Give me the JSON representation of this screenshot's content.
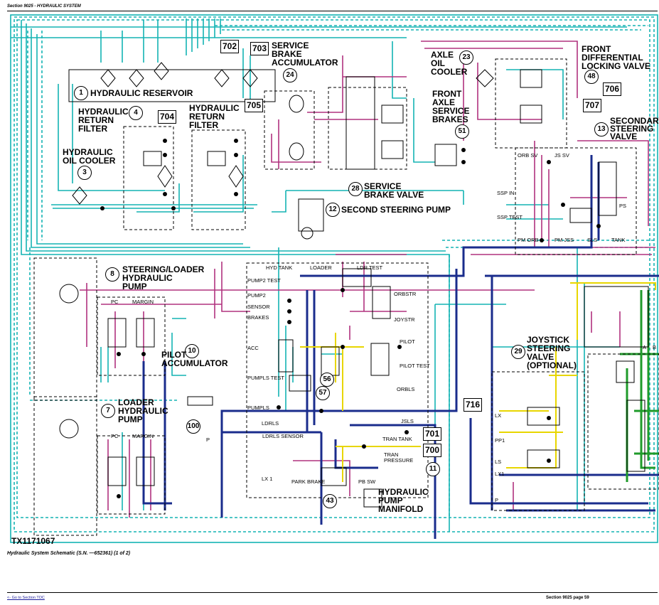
{
  "header": {
    "section_title": "Section 9025 - HYDRAULIC SYSTEM"
  },
  "figure": {
    "id": "TX1171067",
    "caption": "Hydraulic System Schematic (S.N. —652361) (1 of 2)"
  },
  "footer": {
    "toc_link": "<- Go to Section TOC",
    "page": "Section 9025 page 59"
  },
  "colors": {
    "teal": "#14b4b4",
    "magenta": "#b0327e",
    "navy": "#1a2c8c",
    "yellow": "#e8d600",
    "green": "#1f9b2a",
    "black": "#000000"
  },
  "components": {
    "reservoir": {
      "num": "1",
      "label": "HYDRAULIC RESERVOIR"
    },
    "oil_cooler": {
      "num": "3",
      "line1": "HYDRAULIC",
      "line2": "OIL COOLER"
    },
    "return_filter_a": {
      "num": "4",
      "line1": "HYDRAULIC",
      "line2": "RETURN",
      "line3": "FILTER"
    },
    "return_filter_b": {
      "line1": "HYDRAULIC",
      "line2": "RETURN",
      "line3": "FILTER"
    },
    "loader_pump": {
      "num": "7",
      "line1": "LOADER",
      "line2": "HYDRAULIC",
      "line3": "PUMP"
    },
    "steering_loader_pump": {
      "num": "8",
      "line1": "STEERING/LOADER",
      "line2": "HYDRAULIC",
      "line3": "PUMP"
    },
    "pilot_accumulator": {
      "num": "10",
      "line1": "PILOT",
      "line2": "ACCUMULATOR"
    },
    "pump_manifold": {
      "num": "11",
      "line1": "HYDRAULIC",
      "line2": "PUMP",
      "line3": "MANIFOLD"
    },
    "second_steering_pump": {
      "num": "12",
      "label": "SECOND STEERING PUMP"
    },
    "secondary_steering_valve": {
      "num": "13",
      "line1": "SECONDARY",
      "line2": "STEERING",
      "line3": "VALVE"
    },
    "axle_oil_cooler": {
      "num": "23",
      "line1": "AXLE",
      "line2": "OIL",
      "line3": "COOLER"
    },
    "service_brake_accumulator": {
      "num": "24",
      "line1": "SERVICE",
      "line2": "BRAKE",
      "line3": "ACCUMULATOR"
    },
    "service_brake_valve": {
      "num": "28",
      "line1": "SERVICE",
      "line2": "BRAKE VALVE"
    },
    "joystick_valve": {
      "num": "29",
      "line1": "JOYSTICK",
      "line2": "STEERING",
      "line3": "VALVE",
      "line4": "(OPTIONAL)"
    },
    "front_axle_brakes": {
      "num": "51",
      "line1": "FRONT",
      "line2": "AXLE",
      "line3": "SERVICE",
      "line4": "BRAKES"
    },
    "front_diff_lock": {
      "num": "48",
      "line1": "FRONT",
      "line2": "DIFFERENTIAL",
      "line3": "LOCKING VALVE"
    },
    "c43": {
      "num": "43"
    },
    "c56": {
      "num": "56"
    },
    "c57": {
      "num": "57"
    },
    "c100": {
      "num": "100"
    }
  },
  "boxes": [
    "702",
    "703",
    "704",
    "705",
    "706",
    "707",
    "716",
    "701",
    "700"
  ],
  "ports": {
    "hyd_tank": "HYD TANK",
    "loader": "LOADER",
    "ldr_test": "LDR TEST",
    "pump2_test": "PUMP2 TEST",
    "pump2": "PUMP2",
    "sensor": "SENSOR",
    "brakes": "BRAKES",
    "orbstr": "ORBSTR",
    "joystr": "JOYSTR",
    "acc": "ACC",
    "pilot": "PILOT",
    "pilot_test": "PILOT TEST",
    "pumpls_test": "PUMPLS TEST",
    "orbls": "ORBLS",
    "pumpls": "PUMPLS",
    "jsls": "JSLS",
    "ldrls": "LDRLS",
    "ldrls_sensor": "LDRLS SENSOR",
    "tran_tank": "TRAN TANK",
    "tran_pressure": "TRAN PRESSURE",
    "lx1": "LX 1",
    "park_brake": "PARK BRAKE",
    "pb_sw": "PB SW",
    "pc": "PC",
    "margin": "MARGIN",
    "orb_sv": "ORB SV",
    "js_sv": "JS SV",
    "ssp_in": "SSP IN",
    "ssp_test": "SSP TEST",
    "pm_orb": "PM ORB",
    "pm_jss": "PM JSS",
    "sls": "SLS",
    "tank": "TANK",
    "ps": "PS",
    "lx": "LX",
    "pp1": "PP1",
    "ls": "LS",
    "lx1b": "LX1",
    "p": "P",
    "a": "A",
    "b": "B",
    "p_small": "P"
  }
}
